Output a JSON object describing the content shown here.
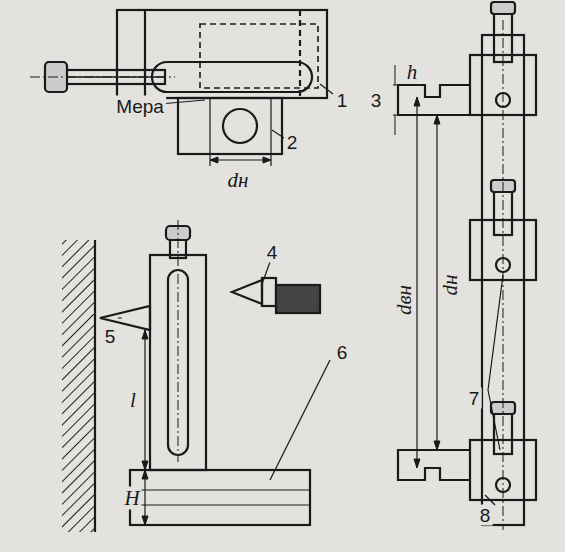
{
  "diagram": {
    "labels": [
      "1",
      "2",
      "Мера",
      "dн",
      "3",
      "h",
      "dн",
      "dвн",
      "4",
      "5",
      "l",
      "H",
      "6",
      "7",
      "8"
    ]
  }
}
